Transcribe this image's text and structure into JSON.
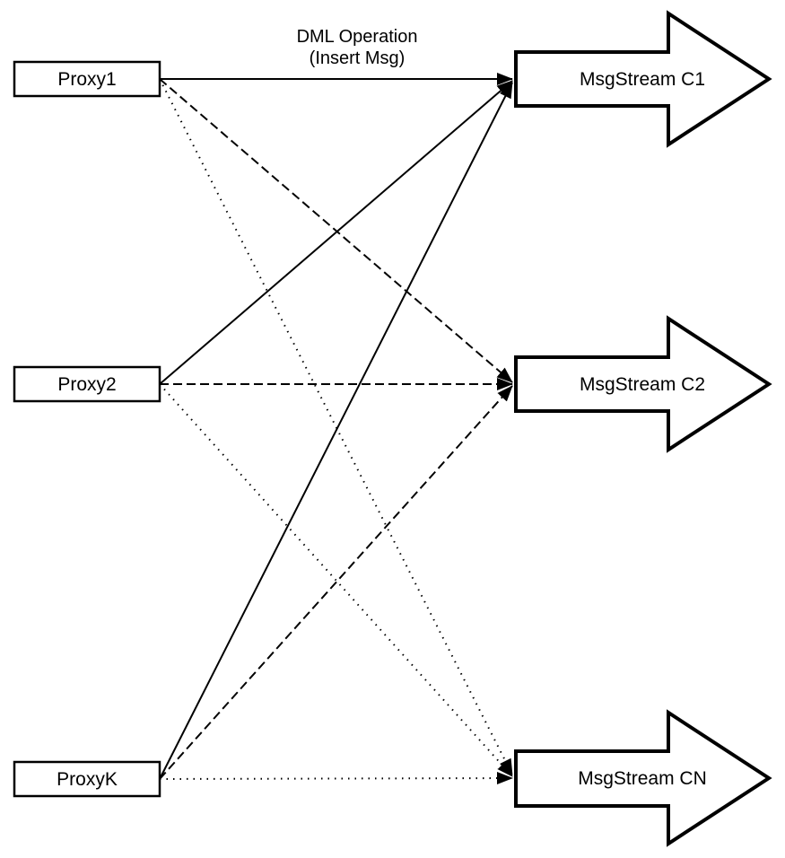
{
  "diagram": {
    "background_color": "#ffffff",
    "line_color": "#000000",
    "node_fill_color": "#ffffff",
    "connection_label": {
      "line1": "DML Operation",
      "line2": "(Insert Msg)"
    },
    "proxies": [
      {
        "id": "proxy1",
        "label": "Proxy1"
      },
      {
        "id": "proxy2",
        "label": "Proxy2"
      },
      {
        "id": "proxyk",
        "label": "ProxyK"
      }
    ],
    "streams": [
      {
        "id": "msgstream-c1",
        "label": "MsgStream C1"
      },
      {
        "id": "msgstream-c2",
        "label": "MsgStream C2"
      },
      {
        "id": "msgstream-cn",
        "label": "MsgStream CN"
      }
    ],
    "edges": [
      {
        "from": "Proxy1",
        "to": "MsgStream C1",
        "style": "solid",
        "label": "DML Operation (Insert Msg)"
      },
      {
        "from": "Proxy1",
        "to": "MsgStream C2",
        "style": "dashed",
        "label": ""
      },
      {
        "from": "Proxy1",
        "to": "MsgStream CN",
        "style": "dotted",
        "label": ""
      },
      {
        "from": "Proxy2",
        "to": "MsgStream C1",
        "style": "solid",
        "label": ""
      },
      {
        "from": "Proxy2",
        "to": "MsgStream C2",
        "style": "dashed",
        "label": ""
      },
      {
        "from": "Proxy2",
        "to": "MsgStream CN",
        "style": "dotted",
        "label": ""
      },
      {
        "from": "ProxyK",
        "to": "MsgStream C1",
        "style": "solid",
        "label": ""
      },
      {
        "from": "ProxyK",
        "to": "MsgStream C2",
        "style": "dashed",
        "label": ""
      },
      {
        "from": "ProxyK",
        "to": "MsgStream CN",
        "style": "dotted",
        "label": ""
      }
    ]
  }
}
